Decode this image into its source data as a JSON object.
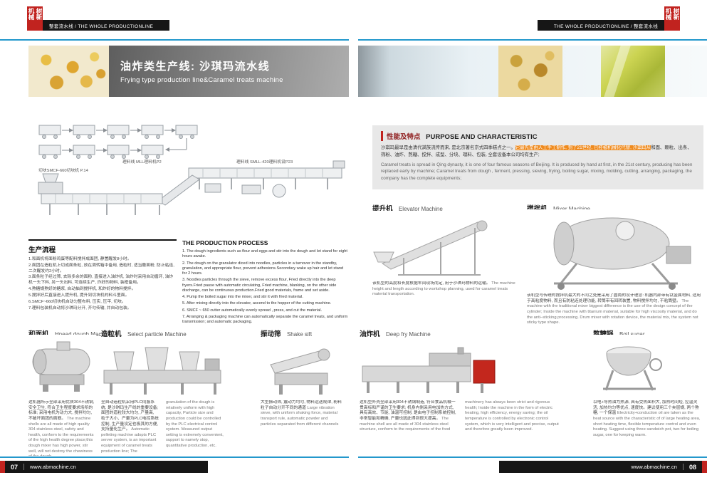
{
  "brand": {
    "logo_col_left": "机械",
    "logo_col_right": "树新",
    "header_left": "整套流水线 / THE WHOLE PRODUCTIONLINE",
    "header_right": "THE WHOLE PRODUCTIONLINE / 整套流水线",
    "site": "www.abmachine.cn",
    "page_left": "07",
    "page_right": "08"
  },
  "banner": {
    "title_zh": "油炸类生产线: 沙琪玛流水线",
    "title_en": "Frying type production line&Caramel treats machine"
  },
  "diagram": {
    "label_line1": "理料线 MLL理料机P2",
    "label_line2": "理料线  SMLL-420理料机设P23",
    "label_cutter": "切块SMCF-660切块机 P.14"
  },
  "process_zh": {
    "title": "生产流程",
    "items": [
      "1.和面机将面粉鸡蛋等配料搅拌成面团, 静置醒发8小时。",
      "2.面团在造粒机上切成面条粒, 放在周转箱中备用, 造粒时, 适当撒面粉, 防止粘连, 二次醒发约2小时。",
      "3.面条粒子经过筛, 去除多余的面粉, 直接进入油炸机, 油炸时采用自动循环, 油炸机一头下料, 另一头出料, 可连续生产, 炸好的物料, 装框备用。",
      "4.熬糖锅熬好的糖浆, 自动抽到搅拌机, 和炸好的物料搅拌。",
      "5.搅拌好后直接进入提升机, 提升到切块机的料斗里面。",
      "6.SMCF~660切块机自动匀整布料, 压实, 压平, 切块。",
      "7.理料包装机自动将沙琪玛分开, 齐匀传输, 并自动包装。"
    ]
  },
  "process_en": {
    "title": "THE PRODUCTION PROCESS",
    "items": [
      "1. The dough ingredients such as flour and eggs and stir into the dough and let stand for eight hours awake.",
      "2. The dough on the granulator diced into noodles, particles in a turnover in the standby, granulation, and appropriate flour, prevent adhesions.Secondary wake up hair and let stand for 2 hours.",
      "3. Noodles particles through the sieve, remove excess flour, Fried directly into the deep fryers.Fried pause with automatic circulating, Fried machine, blanking, on the other side discharge, can be continuous production.Fried good materials, frame and set aside.",
      "4. Pump the boiled sugar into the mixer, and stir it with fried material.",
      "5. After mixing directly into the elevator, ascend to the hopper of the cutting machine.",
      "6. SMCF ~ 650 cutter automatically evenly spread , press, and cut the material.",
      "7. Arranging & packaging machine can automatically separate the caramel treats, and uniform transmission; and automatic packaging."
    ]
  },
  "characteristic": {
    "title_zh": "性能及特点",
    "title_en": "PURPOSE AND CHARACTERISTIC",
    "zh_pre": "沙琪玛最早是由清代满族流传而来, 是北京著名京式四季糕点之一。",
    "zh_highlight": "它最先是由人工手工制作, 到了21世纪, 已经被机械化代替, 沙琪玛从",
    "zh_post": "和面、颗粒、出条、筛粉、油炸、熬糖、搅拌、成型、分块、理料、包装, 全套设备本公司均有生产;",
    "en": "Caramel treats is spread in Qing dynasty, it is one of four famous seasons of Beijing. It is produced by hand at first, in the 21st century, producing has been replaced early by machine; Caramel treats from dough , ferment, pressing, sieving, frying, boiling sugar, mixing, molding, cutting, arranging, packaging, the company has the complete equipments;"
  },
  "elevator": {
    "name_zh": "提升机",
    "name_en": "Elevator Machine",
    "desc_zh": "该机型的高度和长度根据车间现场而定, 用于沙琪玛物料的运输。",
    "desc_en": "The machine height and length according to workshop planning, used for caramel treats material transportation."
  },
  "mixer": {
    "name_zh": "搅拌机",
    "name_en": "Mixer Machine",
    "desc_zh": "该机型与传统的搅拌机最大的不同之处是采用了圆筒的设计理念: 机器内部带有钛金属材料, 适用于高粘度物料, 而且有防粘连处理功能, 转筒带有回转装置, 物料搅拌均匀, 不粘筒壁。",
    "desc_en": "The machine with the traditional mixer biggest difference is the use of the design concept of the cylinder; Inside the machine with titanium material, suitable for high viscosity material, and do the anti–sticking processing. Drum mixer with rotation device, the material mix, the system not sticky type shape."
  },
  "machines": [
    {
      "name_zh": "和面机",
      "name_en": "Hnead dough Machine",
      "desc_zh": "这机器所示全部采用优质304不锈钢, 安全卫生, 符合卫生程度要求场所的标准; 采用电机为动力大, 搅拌均匀, 不破坏面团的面筋。",
      "desc_en": "The machine shells are all made of high quality 304 stainless steel, safety and health, conform to the requirements of the high health degree place;this dough mixer has high power, stir well, will not destroy the chewiness of the dough."
    },
    {
      "name_zh": "造粒机",
      "name_en": "Select particle Machine",
      "desc_zh": "全自动造粒机采用PLC伺服系统, 是沙琪玛生产线的重要设备; 面团的造粒较大均匀, 产量高, 粒子大小、产量为PLC电控系统控制, 生产量设定也极其的方便, 支持量化生产。",
      "desc_en": "Automatic pelleting machine adopts PLC server system, is an important equipment of caramel treats production line; The granulation of the dough is relatively uniform with high capacity, Particle size and production could be controlled by the PLC electrical control system. Measured output setting is extremely convenient, support to namely stop, quantitative production, etc."
    },
    {
      "name_zh": "振动筛",
      "name_en": "Shake sift",
      "desc_zh": "大型振动筛, 震动力均匀, 物料运送规律, 粉料粒子自动分开不同的通道",
      "desc_en": "Large vibration sieve, with uniform shaking force, material transport rule, automatic powder and particles separated from different channels"
    },
    {
      "name_zh": "油炸机",
      "name_en": "Deep fry Machine",
      "desc_zh": "这机型外壳全部采用304不锈钢制造, 符合食品机械一贯高标和严谨的卫生要求; 机身内侧采用电加热方式, 具有高效、节能, 油温可控制, 是由电子控制系统控制, 非常智能和精确, 产量也因此得到很大提高。",
      "desc_en": "The machine shell are all made of 304 stainless steel structure, conform to the requirements of the food machinery has always been strict and rigorous health; Inside the machine in the form of electric heating, high efficiency, energy saving; the oil temperature is controlled by electronic control system, which is very intelligent and precise, output and therefore greatly been improved."
    },
    {
      "name_zh": "熬糖锅",
      "name_en": "Boil sugar",
      "desc_zh": "以电+导热油为热源, 具有受热面积大, 加热时间短, 控温灵活, 加热均匀等优点, 速度快。建议使用三个夹层锅, 两个熬糖, 一个保温",
      "desc_en": "Electricity+conduction oil are taken as the heat source with the characteristic of of large heating area, short heating time, flexible temperature control and even heating. Suggest using three sandwich pot, two for boiling sugar, one for keeping warm."
    }
  ]
}
